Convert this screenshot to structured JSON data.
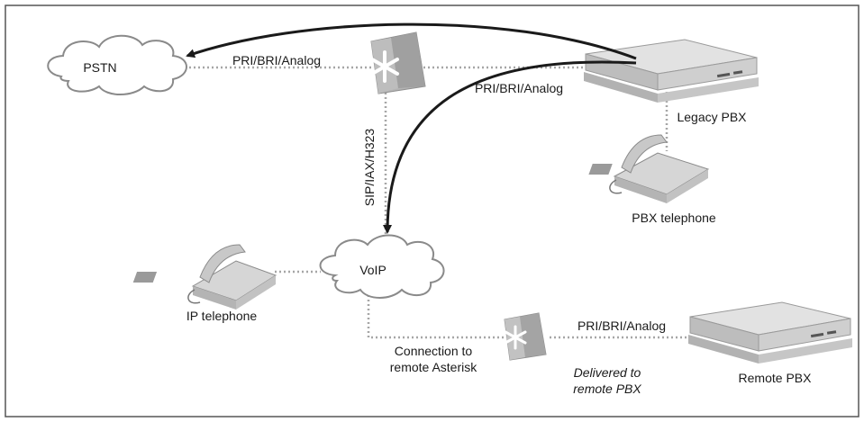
{
  "nodes": {
    "pstn": "PSTN",
    "voip": "VoIP",
    "legacy_pbx": "Legacy PBX",
    "pbx_telephone": "PBX telephone",
    "ip_telephone": "IP telephone",
    "remote_pbx": "Remote PBX"
  },
  "links": {
    "pstn_asterisk": "PRI/BRI/Analog",
    "asterisk_legacy": "PRI/BRI/Analog",
    "asterisk_voip": "SIP/IAX/H323",
    "remote_asterisk_pbx": "PRI/BRI/Analog",
    "connection_line1": "Connection to",
    "connection_line2": "remote Asterisk",
    "delivered_line1": "Delivered to",
    "delivered_line2": "remote PBX"
  },
  "colors": {
    "border": "#555555",
    "dotted": "#a6a6a6",
    "arrow": "#1a1a1a",
    "device_top": "#dcdcdc",
    "device_front": "#c4c4c4",
    "device_side": "#9e9e9e",
    "asterisk_glyph": "#ffffff"
  }
}
